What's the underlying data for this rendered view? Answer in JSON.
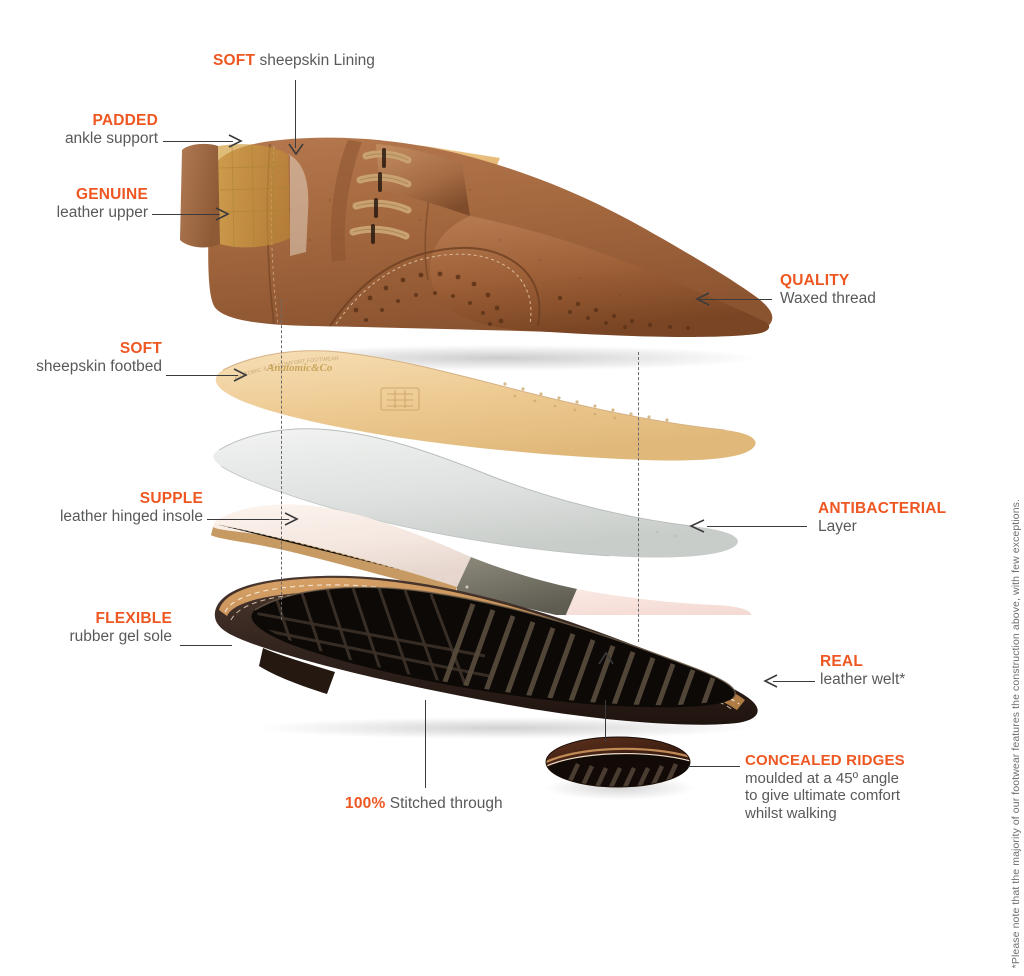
{
  "page": {
    "title": "Shoe construction exploded diagram",
    "accent_color": "#ee5722",
    "text_color": "#58595b",
    "background": "#ffffff"
  },
  "brand": {
    "footbed_logo": "Anatomic&Co"
  },
  "callouts": [
    {
      "id": "soft-lining",
      "keyword": "SOFT",
      "rest": " sheepskin Lining",
      "align": "left"
    },
    {
      "id": "padded",
      "keyword": "PADDED",
      "rest": "ankle support",
      "align": "right"
    },
    {
      "id": "genuine",
      "keyword": "GENUINE",
      "rest": "leather upper",
      "align": "right"
    },
    {
      "id": "quality",
      "keyword": "QUALITY",
      "rest": "Waxed thread",
      "align": "left"
    },
    {
      "id": "soft-footbed",
      "keyword": "SOFT",
      "rest": "sheepskin footbed",
      "align": "right"
    },
    {
      "id": "supple",
      "keyword": "SUPPLE",
      "rest": "leather hinged insole",
      "align": "right"
    },
    {
      "id": "antibacterial",
      "keyword": "ANTIBACTERIAL",
      "rest": "Layer",
      "align": "left"
    },
    {
      "id": "flexible",
      "keyword": "FLEXIBLE",
      "rest": "rubber gel sole",
      "align": "right"
    },
    {
      "id": "real",
      "keyword": "REAL",
      "rest": "leather welt*",
      "align": "left"
    },
    {
      "id": "stitched",
      "keyword": "100%",
      "rest": " Stitched through",
      "align": "center"
    },
    {
      "id": "ridges",
      "keyword": "CONCEALED RIDGES",
      "rest_line1": "moulded at a 45º angle",
      "rest_line2": "to give ultimate comfort",
      "rest_line3": "whilst walking",
      "align": "left"
    }
  ],
  "footnote": "*Please note that the majority of our footwear features the construction above, with few exceptions."
}
